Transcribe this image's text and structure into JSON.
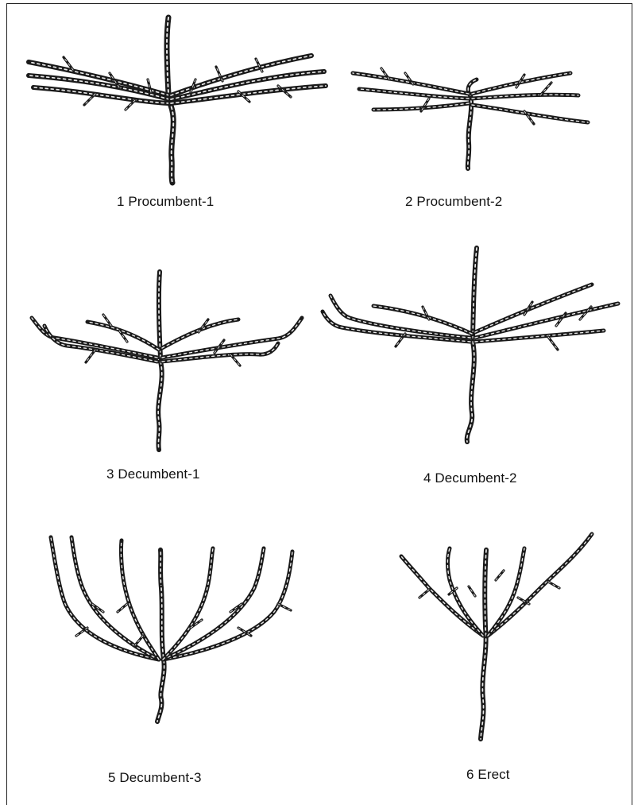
{
  "colors": {
    "stroke": "#1a1a1a",
    "highlight": "#e9e9e9",
    "background": "#ffffff"
  },
  "panels": [
    {
      "id": 1,
      "label": "1 Procumbent-1"
    },
    {
      "id": 2,
      "label": "2 Procumbent-2"
    },
    {
      "id": 3,
      "label": "3 Decumbent-1"
    },
    {
      "id": 4,
      "label": "4 Decumbent-2"
    },
    {
      "id": 5,
      "label": "5 Decumbent-3"
    },
    {
      "id": 6,
      "label": "6 Erect"
    }
  ]
}
